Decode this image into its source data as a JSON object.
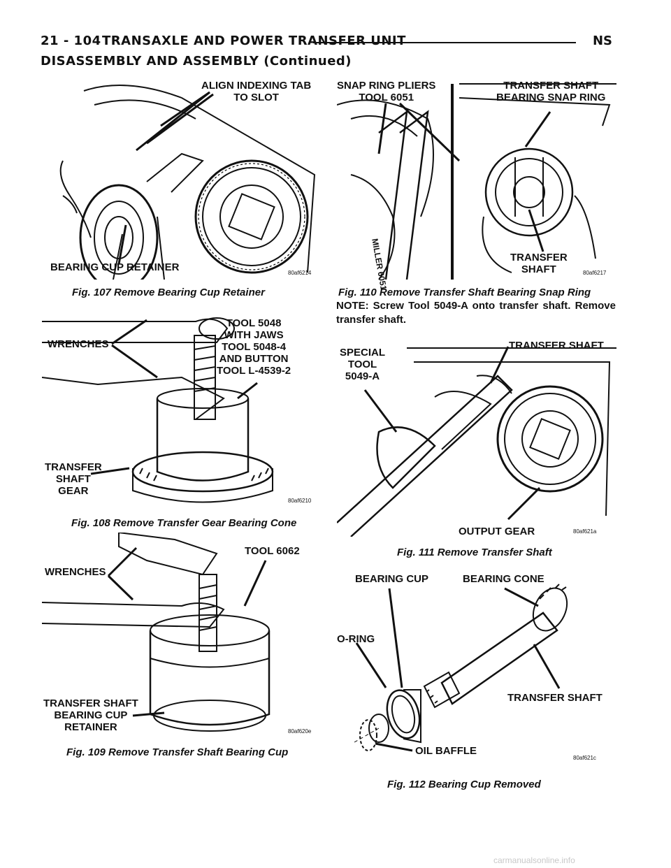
{
  "header": {
    "page_number": "21 - 104",
    "section": "TRANSAXLE AND POWER TRANSFER UNIT",
    "vehicle_code": "NS"
  },
  "subheading": "DISASSEMBLY AND ASSEMBLY (Continued)",
  "figures": {
    "fig107": {
      "caption": "Fig. 107 Remove Bearing Cup Retainer",
      "code": "80af6214",
      "labels": [
        "ALIGN INDEXING TAB\nTO SLOT",
        "BEARING CUP RETAINER"
      ]
    },
    "fig108": {
      "caption": "Fig. 108 Remove Transfer Gear Bearing Cone",
      "code": "80af6210",
      "labels": [
        "WRENCHES",
        "TOOL 5048\nWITH JAWS\nTOOL 5048-4\nAND BUTTON\nTOOL L-4539-2",
        "TRANSFER\nSHAFT\nGEAR"
      ]
    },
    "fig109": {
      "caption": "Fig. 109 Remove Transfer Shaft Bearing Cup",
      "code": "80af620e",
      "labels": [
        "WRENCHES",
        "TOOL 6062",
        "TRANSFER SHAFT\nBEARING CUP\nRETAINER"
      ]
    },
    "fig110": {
      "caption": "Fig. 110 Remove Transfer Shaft Bearing Snap Ring",
      "code": "80af6217",
      "labels": [
        "SNAP RING PLIERS\nTOOL 6051",
        "TRANSFER SHAFT\nBEARING SNAP RING",
        "TRANSFER\nSHAFT",
        "MILLER 6051"
      ]
    },
    "fig111": {
      "caption": "Fig. 111 Remove Transfer Shaft",
      "code": "80af621a",
      "labels": [
        "SPECIAL\nTOOL\n5049-A",
        "TRANSFER SHAFT",
        "OUTPUT GEAR"
      ]
    },
    "fig112": {
      "caption": "Fig. 112 Bearing Cup Removed",
      "code": "80af621c",
      "labels": [
        "BEARING CUP",
        "BEARING CONE",
        "O-RING",
        "TRANSFER SHAFT",
        "OIL BAFFLE"
      ]
    }
  },
  "note": {
    "label": "NOTE:",
    "text": "Screw Tool 5049-A onto transfer shaft. Remove transfer shaft."
  },
  "watermark": "carmanualsonline.info"
}
